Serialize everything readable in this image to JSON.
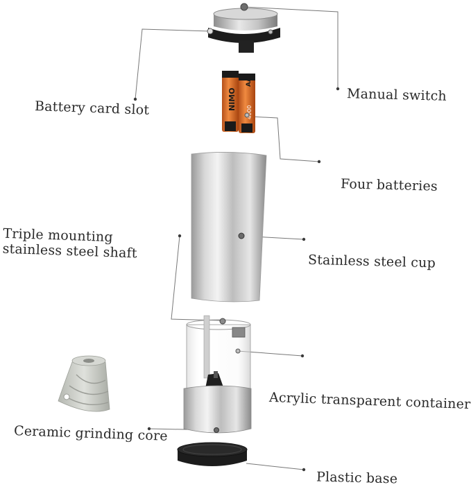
{
  "labels": {
    "manual_switch": "Manual switch",
    "battery_card_slot": "Battery card slot",
    "four_batteries": "Four batteries",
    "triple_mounting_shaft": "Triple mounting stainless steel shaft",
    "stainless_steel_cup": "Stainless steel cup",
    "acrylic_container": "Acrylic transparent container",
    "ceramic_grinding_core": "Ceramic grinding core",
    "plastic_base": "Plastic base"
  },
  "battery_text": {
    "brand": "NIMO",
    "type": "AA",
    "capacity": "4000"
  },
  "colors": {
    "steel_light": "#e4e4e4",
    "steel_dark": "#8c8c8c",
    "battery_orange": "#e8702a",
    "battery_black": "#1a1a1a",
    "ceramic_gray": "#c9cbc6",
    "plastic_black": "#1c1c1c",
    "leader_line": "#777777"
  }
}
